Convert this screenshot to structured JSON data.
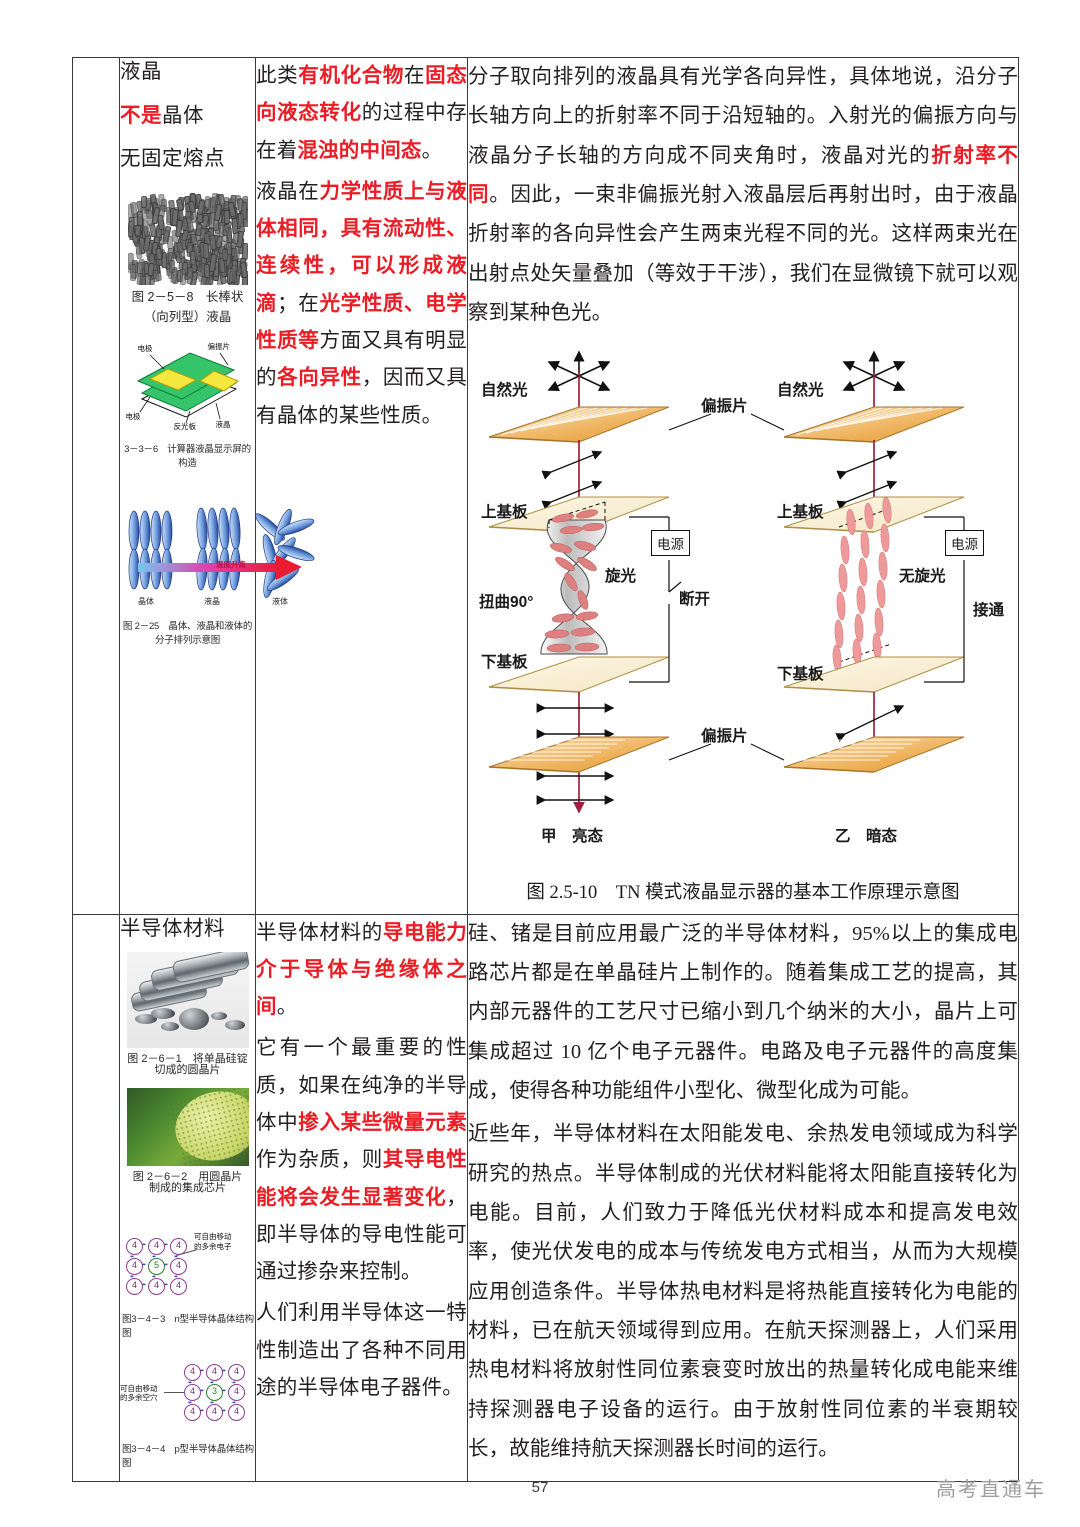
{
  "page": {
    "number": "57",
    "watermark": "高考直通车"
  },
  "table": {
    "rows": [
      {
        "id": "liquid-crystal",
        "label": {
          "line1": "液晶",
          "line2_red": "不是",
          "line2_black": "晶体",
          "line3": "无固定熔点"
        },
        "figures": [
          {
            "name": "nematic-rods",
            "caption_line1": "图 2－5－8　长棒状",
            "caption_line2": "（向列型）液晶"
          },
          {
            "name": "lcd-panel-structure",
            "labels": [
              "电极",
              "偏振片",
              "电极",
              "反光板",
              "液晶"
            ],
            "caption": "3－3－6　计算器液晶显示屏的构造"
          },
          {
            "name": "phase-arrangement",
            "labels": [
              "晶体",
              "液晶",
              "液体"
            ],
            "arrow_label": "温度升高",
            "caption": "图 2－25　晶体、液晶和液体的分子排列示意图"
          }
        ],
        "middle_paragraphs": [
          [
            {
              "t": "此类",
              "c": "k"
            },
            {
              "t": "有机化合物",
              "c": "r"
            },
            {
              "t": "在",
              "c": "k"
            },
            {
              "t": "固态向液态转化",
              "c": "r"
            },
            {
              "t": "的过程中存在着",
              "c": "k"
            },
            {
              "t": "混浊的中间态",
              "c": "r"
            },
            {
              "t": "。",
              "c": "k"
            }
          ],
          [
            {
              "t": "液晶在",
              "c": "k"
            },
            {
              "t": "力学性质上与液体相同，具有流动性、连续性，可以形成液滴",
              "c": "r"
            },
            {
              "t": "；在",
              "c": "k"
            },
            {
              "t": "光学性质、电学性质等",
              "c": "r"
            },
            {
              "t": "方面又具有明显的",
              "c": "k"
            },
            {
              "t": "各向异性",
              "c": "r"
            },
            {
              "t": "，因而又具有晶体的某些性质。",
              "c": "k"
            }
          ]
        ],
        "body_paragraphs": [
          [
            {
              "t": "分子取向排列的液晶具有光学各向异性，具体地说，沿分子长轴方向上的折射率不同于沿短轴的。入射光的偏振方向与液晶分子长轴的方向成不同夹角时，液晶对光的",
              "c": "k"
            },
            {
              "t": "折射率不同",
              "c": "r"
            },
            {
              "t": "。因此，一束非偏振光射入液晶层后再射出时，由于液晶折射率的各向异性会产生两束光程不同的光。这样两束光在出射点处矢量叠加（等效于干涉），我们在显微镜下就可以观察到某种色光。",
              "c": "k"
            }
          ]
        ],
        "diagram": {
          "name": "tn-lcd-principle",
          "caption": "图 2.5-10　TN 模式液晶显示器的基本工作原理示意图",
          "left": {
            "natural_light": "自然光",
            "top_substrate": "上基板",
            "bottom_substrate": "下基板",
            "twist": "扭曲90°",
            "rotation": "旋光",
            "power": "电源",
            "switch": "断开",
            "state": "甲　亮态"
          },
          "right": {
            "natural_light": "自然光",
            "top_substrate": "上基板",
            "bottom_substrate": "下基板",
            "rotation": "无旋光",
            "power": "电源",
            "switch": "接通",
            "state": "乙　暗态"
          },
          "polarizer_top": "偏振片",
          "polarizer_bottom": "偏振片"
        }
      },
      {
        "id": "semiconductor",
        "label": {
          "line1": "半导体材料"
        },
        "figures": [
          {
            "name": "silicon-ingots",
            "caption_line1": "图 2－6－1　将单晶硅锭",
            "caption_line2": "切成的圆晶片"
          },
          {
            "name": "integrated-chip",
            "caption_line1": "图 2－6－2　用圆晶片",
            "caption_line2": "制成的集成芯片"
          },
          {
            "name": "n-type-lattice",
            "note": "可自由移动\n的多余电子",
            "caption": "图3－4－3　n型半导体晶体结构图",
            "center_atom": "5",
            "outer_atom": "4"
          },
          {
            "name": "p-type-lattice",
            "note": "可自由移动\n的多余空穴",
            "caption": "图3－4－4　p型半导体晶体结构图",
            "center_atom": "3",
            "outer_atom": "4"
          }
        ],
        "middle_paragraphs": [
          [
            {
              "t": "半导体材料的",
              "c": "k"
            },
            {
              "t": "导电能力介于导体与绝缘体之间",
              "c": "r"
            },
            {
              "t": "。",
              "c": "k"
            }
          ],
          [
            {
              "t": "它有一个最重要的性质，如果在纯净的半导体中",
              "c": "k"
            },
            {
              "t": "掺入某些微量元素",
              "c": "r"
            },
            {
              "t": "作为杂质，则",
              "c": "k"
            },
            {
              "t": "其导电性能将会发生显著变化",
              "c": "r"
            },
            {
              "t": "，即半导体的导电性能可通过掺杂来控制。",
              "c": "k"
            }
          ],
          [
            {
              "t": "人们利用半导体这一特性制造出了各种不同用途的半导体电子器件。",
              "c": "k"
            }
          ]
        ],
        "body_paragraphs": [
          [
            {
              "t": "硅、锗是目前应用最广泛的半导体材料，95%以上的集成电路芯片都是在单晶硅片上制作的。随着集成工艺的提高，其内部元器件的工艺尺寸已缩小到几个纳米的大小，晶片上可集成超过 10 亿个电子元器件。电路及电子元器件的高度集成，使得各种功能组件小型化、微型化成为可能。",
              "c": "k"
            }
          ],
          [
            {
              "t": "近些年，半导体材料在太阳能发电、余热发电领域成为科学研究的热点。半导体制成的光伏材料能将太阳能直接转化为电能。目前，人们致力于降低光伏材料成本和提高发电效率，使光伏发电的成本与传统发电方式相当，从而为大规模应用创造条件。半导体热电材料是将热能直接转化为电能的材料，已在航天领域得到应用。在航天探测器上，人们采用热电材料将放射性同位素衰变时放出的热量转化成电能来维持探测器电子设备的运行。由于放射性同位素的半衰期较长，故能维持航天探测器长时间的运行。",
              "c": "k"
            }
          ]
        ]
      }
    ]
  },
  "colors": {
    "highlight_red": "#ed1c24",
    "text_black": "#231f20",
    "border": "#3a3a3a",
    "polarizer_orange": "#e8a33d",
    "substrate_cream": "#f6edd4",
    "lc_rod_pink": "#e07b7b",
    "beam_red": "#9e2040"
  }
}
